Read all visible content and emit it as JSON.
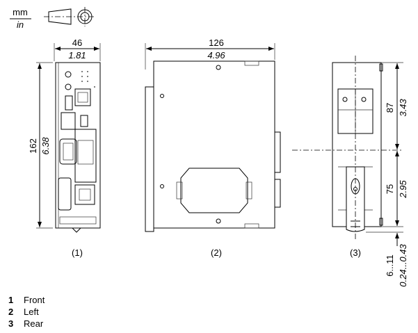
{
  "units": {
    "primary": "mm",
    "secondary": "in"
  },
  "views": {
    "front": {
      "label": "(1)",
      "width_mm": "46",
      "width_in": "1.81",
      "height_mm": "162",
      "height_in": "6.38"
    },
    "left": {
      "label": "(2)",
      "width_mm": "126",
      "width_in": "4.96"
    },
    "rear": {
      "label": "(3)",
      "upper_mm": "87",
      "upper_in": "3.43",
      "lower_mm": "75",
      "lower_in": "2.95",
      "clip_mm": "6...11",
      "clip_in": "0.24...0.43"
    }
  },
  "legend": [
    {
      "number": "1",
      "label": "Front"
    },
    {
      "number": "2",
      "label": "Left"
    },
    {
      "number": "3",
      "label": "Rear"
    }
  ]
}
